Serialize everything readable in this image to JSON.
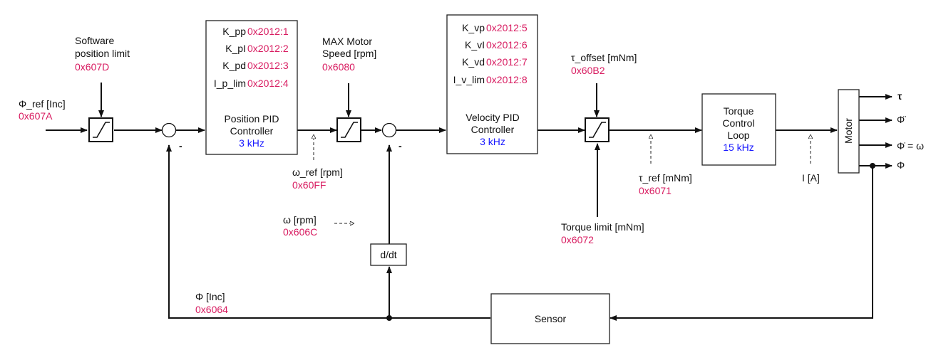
{
  "diagram": {
    "inputs": {
      "phi_ref": {
        "label": "Φ_ref [Inc]",
        "index": "0x607A"
      },
      "sw_pos_limit": {
        "label_line1": "Software",
        "label_line2": "position limit",
        "index": "0x607D"
      },
      "max_motor_speed": {
        "label_line1": "MAX Motor",
        "label_line2": "Speed [rpm]",
        "index": "0x6080"
      },
      "tau_offset": {
        "label": "τ_offset [mNm]",
        "index": "0x60B2"
      },
      "torque_limit": {
        "label": "Torque limit [mNm]",
        "index": "0x6072"
      }
    },
    "position_pid": {
      "params": [
        {
          "name": "K_pp",
          "index": "0x2012:1"
        },
        {
          "name": "K_pI",
          "index": "0x2012:2"
        },
        {
          "name": "K_pd",
          "index": "0x2012:3"
        },
        {
          "name": "I_p_lim",
          "index": "0x2012:4"
        }
      ],
      "title_line1": "Position PID",
      "title_line2": "Controller",
      "freq": "3 kHz"
    },
    "velocity_pid": {
      "params": [
        {
          "name": "K_vp",
          "index": "0x2012:5"
        },
        {
          "name": "K_vI",
          "index": "0x2012:6"
        },
        {
          "name": "K_vd",
          "index": "0x2012:7"
        },
        {
          "name": "I_v_lim",
          "index": "0x2012:8"
        }
      ],
      "title_line1": "Velocity PID",
      "title_line2": "Controller",
      "freq": "3 kHz"
    },
    "torque_loop": {
      "line1": "Torque",
      "line2": "Control",
      "line3": "Loop",
      "freq": "15 kHz"
    },
    "motor": {
      "label": "Motor"
    },
    "sensor": {
      "label": "Sensor"
    },
    "ddt": {
      "label": "d/dt"
    },
    "signals": {
      "omega_ref": {
        "label": "ω_ref [rpm]",
        "index": "0x60FF"
      },
      "omega": {
        "label": "ω [rpm]",
        "index": "0x606C"
      },
      "tau_ref": {
        "label": "τ_ref [mNm]",
        "index": "0x6071"
      },
      "current": {
        "label": "I [A]"
      },
      "phi_feedback": {
        "label": "Φ [Inc]",
        "index": "0x6064"
      }
    },
    "summing_sign": "-",
    "motor_outputs": [
      "τ",
      "Φ̈",
      "Φ̇ = ω",
      "Φ"
    ]
  }
}
